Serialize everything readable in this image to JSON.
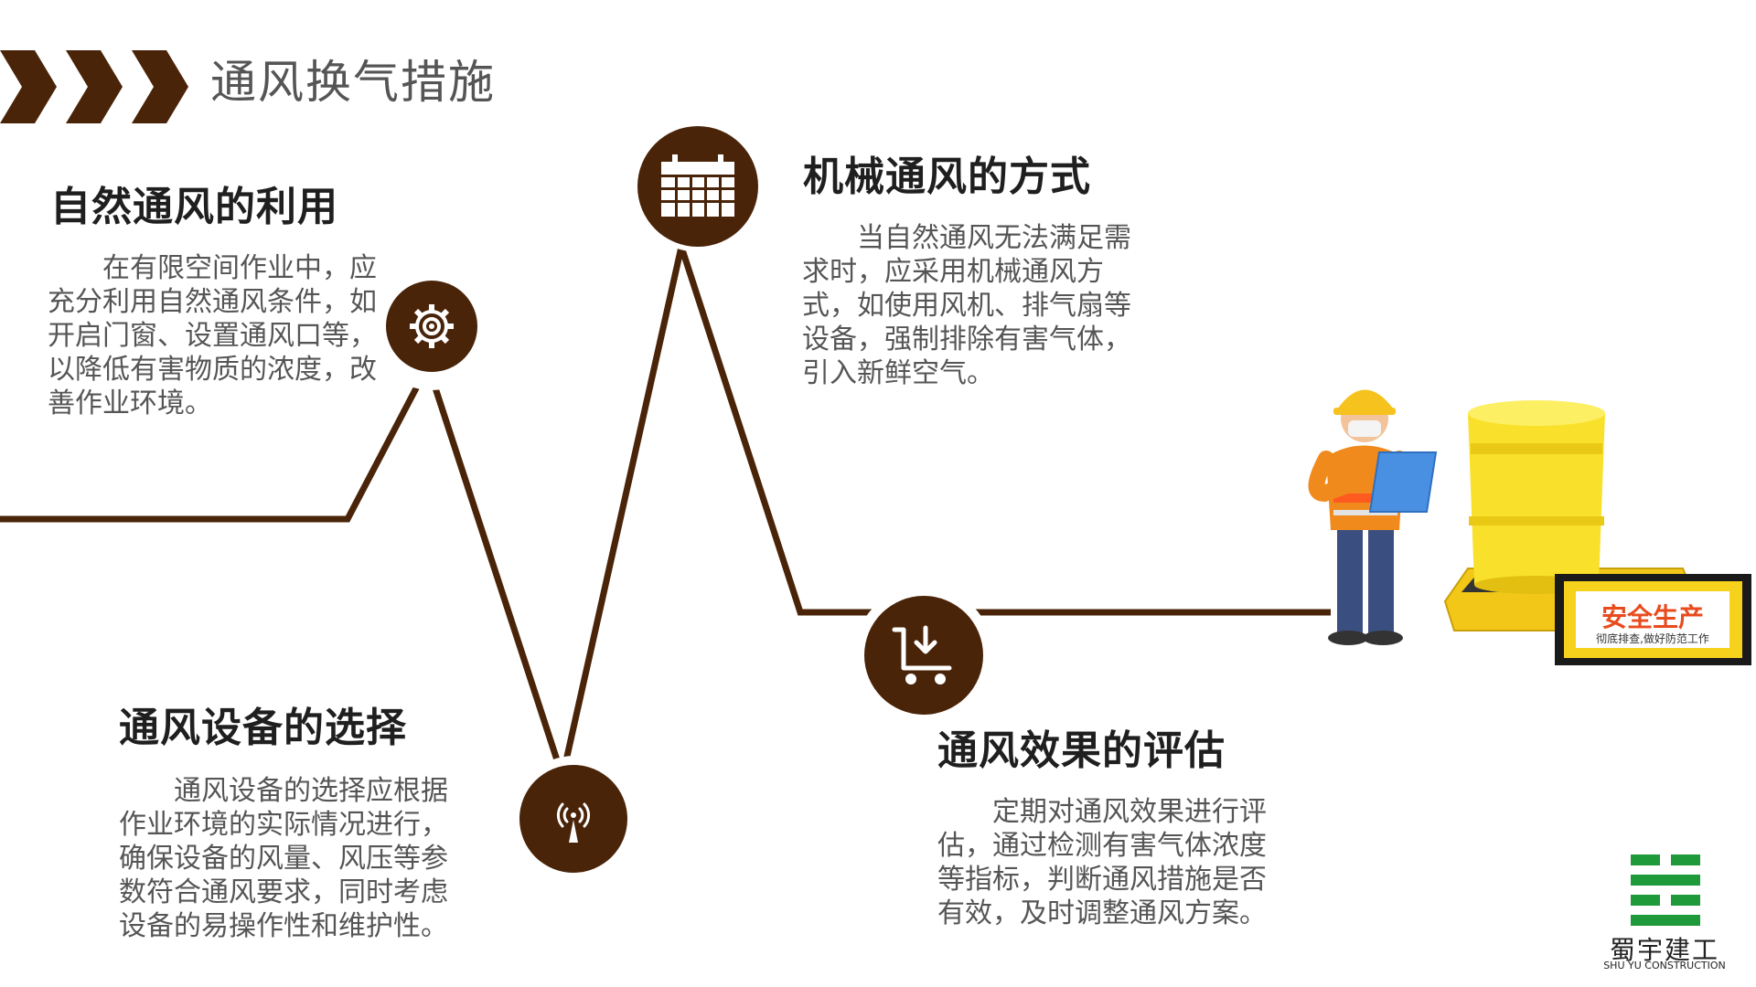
{
  "title": "通风换气措施",
  "sections": [
    {
      "heading": "自然通风的利用",
      "body": "在有限空间作业中，应充分利用自然通风条件，如开启门窗、设置通风口等，以降低有害物质的浓度，改善作业环境。",
      "icon": "gear-icon"
    },
    {
      "heading": "通风设备的选择",
      "body": "通风设备的选择应根据作业环境的实际情况进行，确保设备的风量、风压等参数符合通风要求，同时考虑设备的易操作性和维护性。",
      "icon": "signal-tower-icon"
    },
    {
      "heading": "机械通风的方式",
      "body": "当自然通风无法满足需求时，应采用机械通风方式，如使用风机、排气扇等设备，强制排除有害气体，引入新鲜空气。",
      "icon": "calendar-icon"
    },
    {
      "heading": "通风效果的评估",
      "body": "定期对通风效果进行评估，通过检测有害气体浓度等指标，判断通风措施是否有效，及时调整通风方案。",
      "icon": "cart-download-icon"
    }
  ],
  "illustration": {
    "sign_title": "安全生产",
    "sign_subtitle": "彻底排查,做好防范工作"
  },
  "logo": {
    "name": "蜀宇建工",
    "english": "SHU YU CONSTRUCTION"
  },
  "colors": {
    "brown": "#4a2409",
    "green": "#1f9a3a",
    "yellow": "#f6d21d"
  }
}
